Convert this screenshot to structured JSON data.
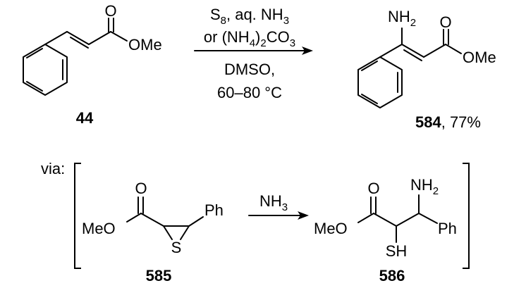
{
  "scheme": {
    "top": {
      "reactant": {
        "label": "44",
        "ome": "OMe",
        "o": "O"
      },
      "conditions": {
        "line1_s": "S",
        "line1_s_sub": "8",
        "line1_rest": ", aq. NH",
        "line1_nh3_sub": "3",
        "line2_or": "or (NH",
        "line2_sub4": "4",
        "line2_mid": ")",
        "line2_sub2": "2",
        "line2_co": "CO",
        "line2_sub3": "3",
        "line3": "DMSO,",
        "line4": "60–80 °C"
      },
      "product": {
        "label": "584",
        "yield": ", 77%",
        "nh": "NH",
        "nh_sub": "2",
        "ome": "OMe",
        "o": "O"
      }
    },
    "bottom": {
      "via": "via:",
      "intermediate1": {
        "label": "585",
        "meo": "MeO",
        "o": "O",
        "s": "S",
        "ph": "Ph"
      },
      "reagent": {
        "nh": "NH",
        "sub": "3"
      },
      "intermediate2": {
        "label": "586",
        "meo": "MeO",
        "o": "O",
        "sh": "SH",
        "ph": "Ph",
        "nh": "NH",
        "nh_sub": "2"
      }
    }
  }
}
